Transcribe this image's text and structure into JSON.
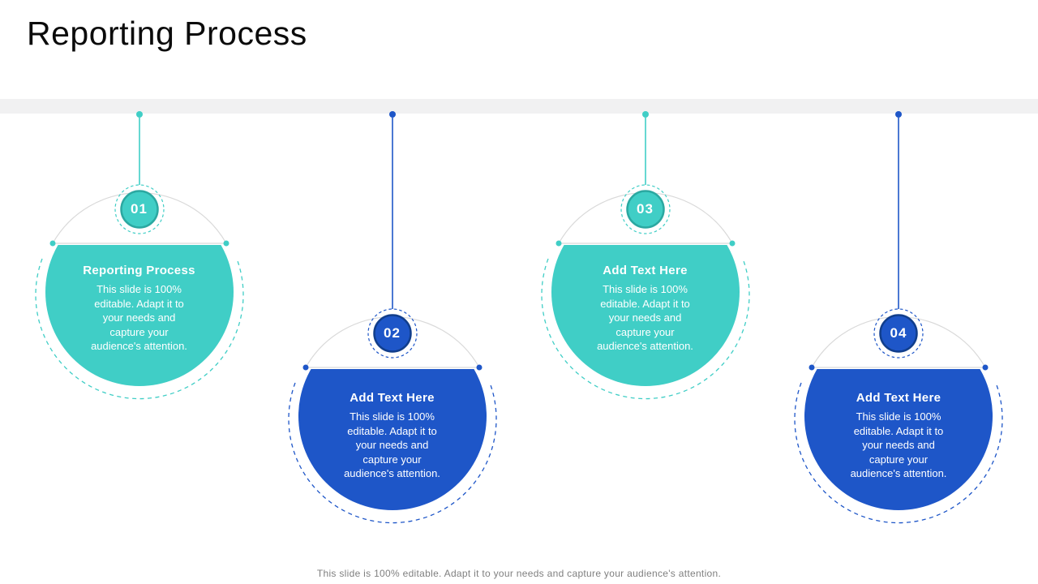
{
  "slide": {
    "title": "Reporting Process",
    "footer": "This slide is 100% editable. Adapt it to your needs and capture your audience's attention.",
    "colors": {
      "teal": "#40CEC6",
      "teal_dark": "#2BA8A1",
      "blue": "#1E56C8",
      "blue_dark": "#113E8C",
      "band_gray": "#F1F1F2",
      "outline_gray": "#D9D9D9",
      "footer_gray": "#7F7F7F"
    },
    "items": [
      {
        "number": "01",
        "title": "Reporting Process",
        "body": "This slide is 100% editable. Adapt it to your needs and capture your audience's attention.",
        "color": "teal",
        "position": "upper"
      },
      {
        "number": "02",
        "title": "Add Text Here",
        "body": "This slide is 100% editable. Adapt it to your needs and capture your audience's attention.",
        "color": "blue",
        "position": "lower"
      },
      {
        "number": "03",
        "title": "Add Text Here",
        "body": "This slide is 100% editable. Adapt it to your needs and capture your audience's attention.",
        "color": "teal",
        "position": "upper"
      },
      {
        "number": "04",
        "title": "Add Text Here",
        "body": "This slide is 100% editable. Adapt it to your needs and capture your audience's attention.",
        "color": "blue",
        "position": "lower"
      }
    ]
  }
}
